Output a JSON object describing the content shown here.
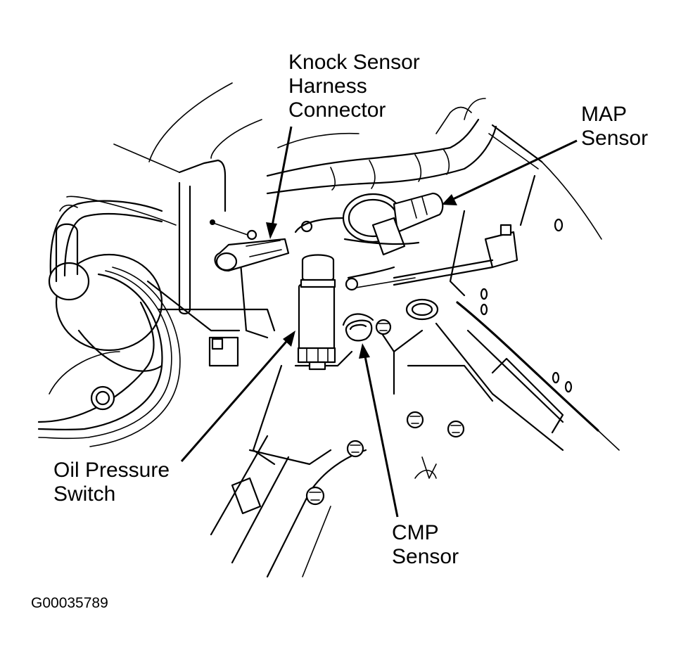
{
  "figure": {
    "id": "G00035789",
    "subject": "engine component locator"
  },
  "callouts": [
    {
      "key": "knock",
      "lines": [
        "Knock Sensor",
        "Harness",
        "Connector"
      ]
    },
    {
      "key": "map",
      "lines": [
        "MAP",
        "Sensor"
      ]
    },
    {
      "key": "oil",
      "lines": [
        "Oil Pressure",
        "Switch"
      ]
    },
    {
      "key": "cmp",
      "lines": [
        "CMP",
        "Sensor"
      ]
    }
  ],
  "colors": {
    "ink": "#000000",
    "paper": "#ffffff"
  }
}
